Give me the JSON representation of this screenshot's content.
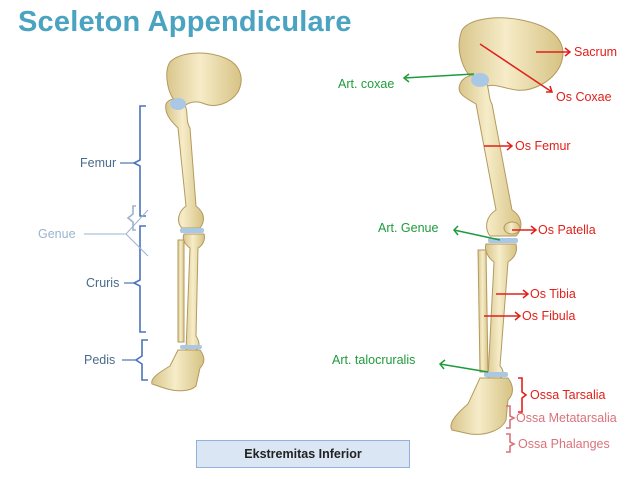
{
  "title": "Sceleton Appendiculare",
  "caption": "Ekstremitas Inferior",
  "left_labels": {
    "femur": "Femur",
    "genue": "Genue",
    "cruris": "Cruris",
    "pedis": "Pedis"
  },
  "right_labels": {
    "sacrum": "Sacrum",
    "os_coxae": "Os Coxae",
    "art_coxae": "Art. coxae",
    "os_femur": "Os Femur",
    "art_genue": "Art. Genue",
    "os_patella": "Os Patella",
    "os_tibia": "Os Tibia",
    "os_fibula": "Os Fibula",
    "art_talocruralis": "Art. talocruralis",
    "ossa_tarsalia": "Ossa Tarsalia",
    "ossa_metatarsalia": "Ossa Metatarsalia",
    "ossa_phalanges": "Ossa Phalanges"
  },
  "colors": {
    "title": "#4aa3c1",
    "bracket_blue": "#4a74b8",
    "label_gray_blue": "#4a6a8a",
    "genue_light": "#9ab3cf",
    "art_green": "#1f9b3c",
    "bone_red": "#e0201b",
    "pink": "#d9737a",
    "bone_fill": "#efe2b6",
    "bone_stroke": "#b39a5e",
    "cartilage": "#a9c8e6"
  }
}
